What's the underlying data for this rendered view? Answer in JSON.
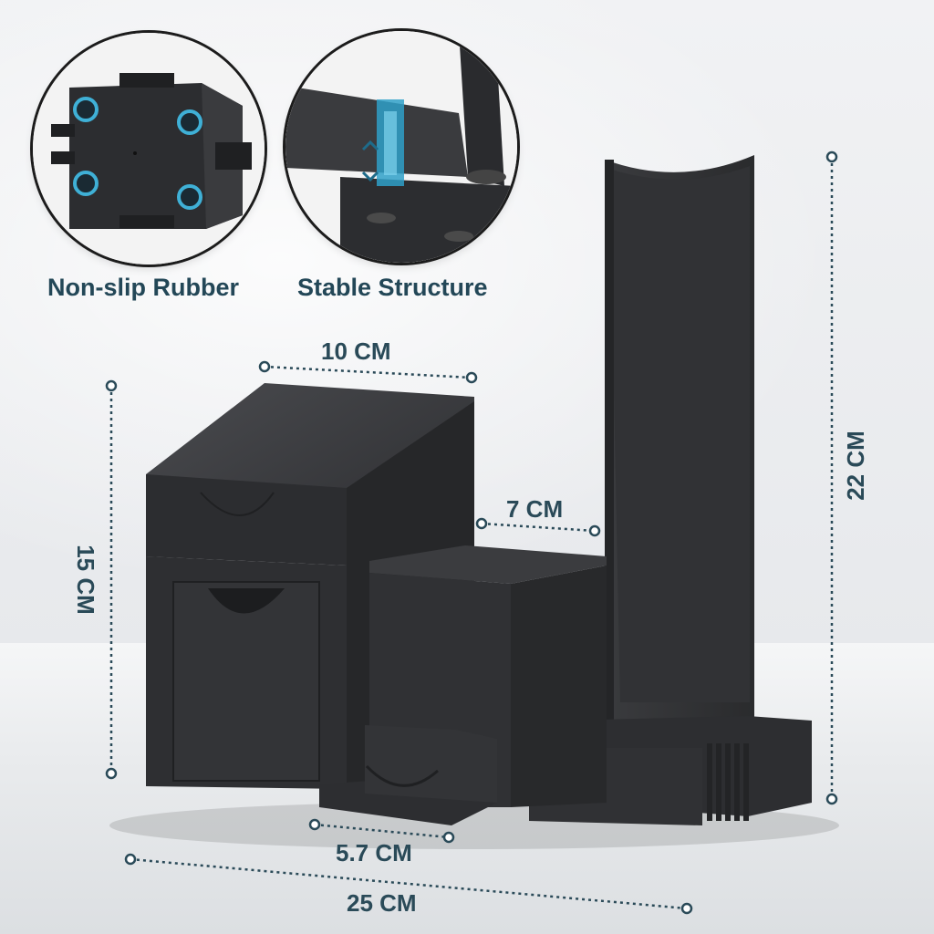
{
  "callouts": {
    "rubber": {
      "label": "Non-slip Rubber"
    },
    "structure": {
      "label": "Stable Structure"
    }
  },
  "dimensions": {
    "width_top": "10 CM",
    "height_left": "15 CM",
    "width_middle": "7 CM",
    "height_right": "22 CM",
    "width_small": "5.7 CM",
    "width_total": "25 CM"
  },
  "colors": {
    "product": "#2b2c2e",
    "accent": "#3fb0d6",
    "dim_line": "#2a4a58"
  }
}
